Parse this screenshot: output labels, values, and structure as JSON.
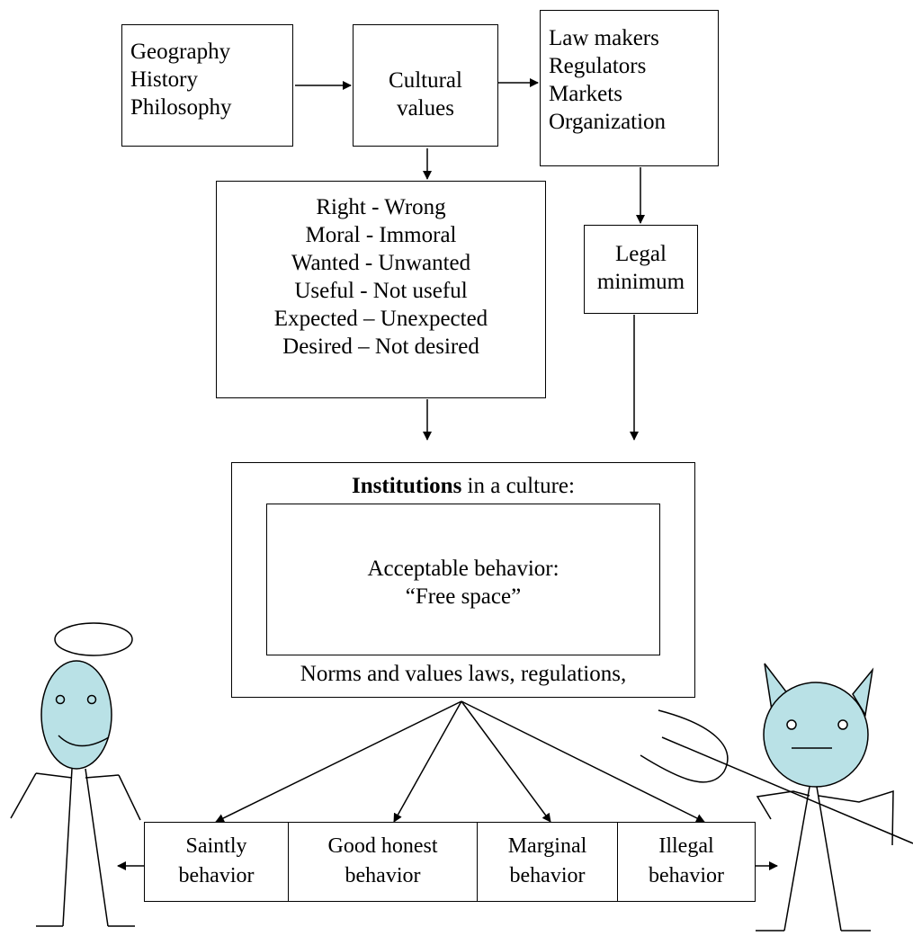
{
  "sources": [
    "Geography",
    "History",
    "Philosophy"
  ],
  "cultural_values": [
    "Cultural",
    "values"
  ],
  "actors": [
    "Law makers",
    "Regulators",
    "Markets",
    "Organization"
  ],
  "dichotomies": [
    "Right - Wrong",
    "Moral - Immoral",
    "Wanted - Unwanted",
    "Useful - Not useful",
    "Expected – Unexpected",
    "Desired – Not desired"
  ],
  "legal_minimum": [
    "Legal",
    "minimum"
  ],
  "institutions": {
    "title_bold": "Institutions",
    "title_rest": " in a culture:",
    "norms": "Norms and values laws, regulations,"
  },
  "acceptable": [
    "Acceptable behavior:",
    "“Free space”"
  ],
  "behaviors": [
    {
      "top": "Saintly",
      "bottom": "behavior"
    },
    {
      "top": "Good honest",
      "bottom": "behavior"
    },
    {
      "top": "Marginal",
      "bottom": "behavior"
    },
    {
      "top": "Illegal",
      "bottom": "behavior"
    }
  ],
  "colors": {
    "figure_fill": "#b9e1e6",
    "stroke": "#000000"
  },
  "figures": [
    "angel-stick-figure",
    "devil-stick-figure"
  ]
}
